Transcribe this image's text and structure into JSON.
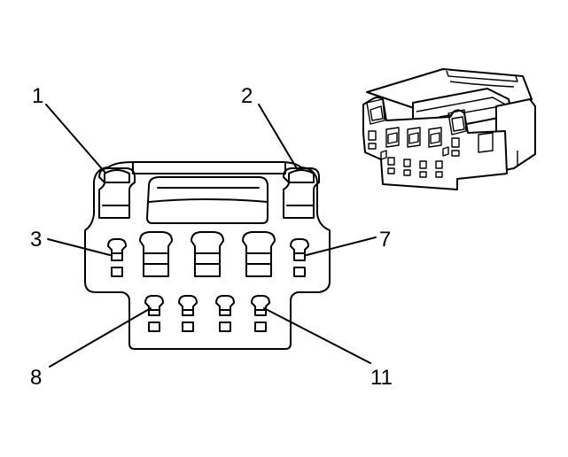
{
  "diagram": {
    "callouts": [
      {
        "id": "1",
        "label": "1"
      },
      {
        "id": "2",
        "label": "2"
      },
      {
        "id": "3",
        "label": "3"
      },
      {
        "id": "7",
        "label": "7"
      },
      {
        "id": "8",
        "label": "8"
      },
      {
        "id": "11",
        "label": "11"
      }
    ]
  }
}
